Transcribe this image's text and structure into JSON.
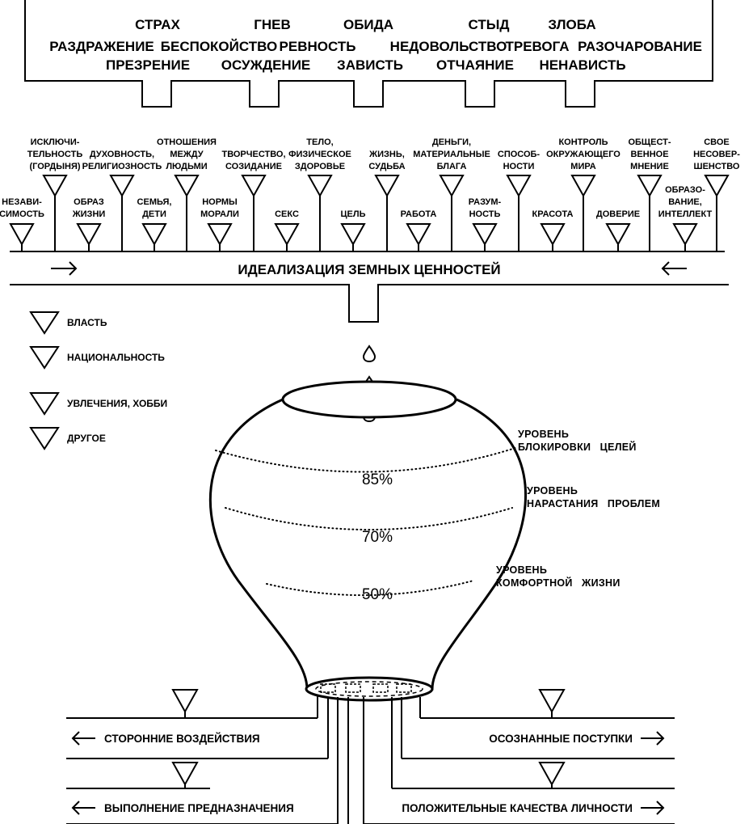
{
  "emotions": {
    "row1": [
      "СТРАХ",
      "ГНЕВ",
      "ОБИДА",
      "СТЫД",
      "ЗЛОБА"
    ],
    "row2": [
      "РАЗДРАЖЕНИЕ",
      "БЕСПОКОЙСТВО",
      "РЕВНОСТЬ",
      "НЕДОВОЛЬСТВО",
      "ТРЕВОГА",
      "РАЗОЧАРОВАНИЕ"
    ],
    "row3": [
      "ПРЕЗРЕНИЕ",
      "ОСУЖДЕНИЕ",
      "ЗАВИСТЬ",
      "ОТЧАЯНИЕ",
      "НЕНАВИСТЬ"
    ]
  },
  "values": {
    "upper": [
      {
        "lines": [
          "ИСКЛЮЧИ-",
          "ТЕЛЬНОСТЬ",
          "(ГОРДЫНЯ)"
        ]
      },
      {
        "lines": [
          "ДУХОВНОСТЬ,",
          "РЕЛИГИОЗНОСТЬ"
        ]
      },
      {
        "lines": [
          "ОТНОШЕНИЯ",
          "МЕЖДУ",
          "ЛЮДЬМИ"
        ]
      },
      {
        "lines": [
          "ТВОРЧЕСТВО,",
          "СОЗИДАНИЕ"
        ]
      },
      {
        "lines": [
          "ТЕЛО,",
          "ФИЗИЧЕСКОЕ",
          "ЗДОРОВЬЕ"
        ]
      },
      {
        "lines": [
          "ЖИЗНЬ,",
          "СУДЬБА"
        ]
      },
      {
        "lines": [
          "ДЕНЬГИ,",
          "МАТЕРИАЛЬНЫЕ",
          "БЛАГА"
        ]
      },
      {
        "lines": [
          "СПОСОБ-",
          "НОСТИ"
        ]
      },
      {
        "lines": [
          "КОНТРОЛЬ",
          "ОКРУЖАЮЩЕГО",
          "МИРА"
        ]
      },
      {
        "lines": [
          "ОБЩЕСТ-",
          "ВЕННОЕ",
          "МНЕНИЕ"
        ]
      },
      {
        "lines": [
          "СВОЕ",
          "НЕСОВЕР-",
          "ШЕНСТВО"
        ]
      }
    ],
    "lower": [
      {
        "lines": [
          "НЕЗАВИ-",
          "СИМОСТЬ"
        ]
      },
      {
        "lines": [
          "ОБРАЗ",
          "ЖИЗНИ"
        ]
      },
      {
        "lines": [
          "СЕМЬЯ,",
          "ДЕТИ"
        ]
      },
      {
        "lines": [
          "НОРМЫ",
          "МОРАЛИ"
        ]
      },
      {
        "lines": [
          "СЕКС"
        ]
      },
      {
        "lines": [
          "ЦЕЛЬ"
        ]
      },
      {
        "lines": [
          "РАБОТА"
        ]
      },
      {
        "lines": [
          "РАЗУМ-",
          "НОСТЬ"
        ]
      },
      {
        "lines": [
          "КРАСОТА"
        ]
      },
      {
        "lines": [
          "ДОВЕРИЕ"
        ]
      },
      {
        "lines": [
          "ОБРАЗО-",
          "ВАНИЕ,",
          "ИНТЕЛЛЕКТ"
        ]
      }
    ]
  },
  "pipe_title": "ИДЕАЛИЗАЦИЯ ЗЕМНЫХ ЦЕННОСТЕЙ",
  "legend": [
    "ВЛАСТЬ",
    "НАЦИОНАЛЬНОСТЬ",
    "УВЛЕЧЕНИЯ, ХОББИ",
    "ДРУГОЕ"
  ],
  "levels": [
    {
      "lines": [
        "УРОВЕНЬ",
        "БЛОКИРОВКИ   ЦЕЛЕЙ"
      ],
      "percent": "85%"
    },
    {
      "lines": [
        "УРОВЕНЬ",
        "НАРАСТАНИЯ   ПРОБЛЕМ"
      ],
      "percent": "70%"
    },
    {
      "lines": [
        "УРОВЕНЬ",
        "КОМФОРТНОЙ   ЖИЗНИ"
      ],
      "percent": "50%"
    }
  ],
  "streams": {
    "in_top": "СТОРОННИЕ ВОЗДЕЙСТВИЯ",
    "in_bottom": "ВЫПОЛНЕНИЕ ПРЕДНАЗНАЧЕНИЯ",
    "out_top": "ОСОЗНАННЫЕ ПОСТУПКИ",
    "out_bottom": "ПОЛОЖИТЕЛЬНЫЕ КАЧЕСТВА ЛИЧНОСТИ"
  },
  "icons": [
    "funnel-icon",
    "drop-icon",
    "arrow-right-icon",
    "arrow-left-icon"
  ],
  "colors": {
    "ink": "#000000",
    "paper": "#ffffff"
  }
}
